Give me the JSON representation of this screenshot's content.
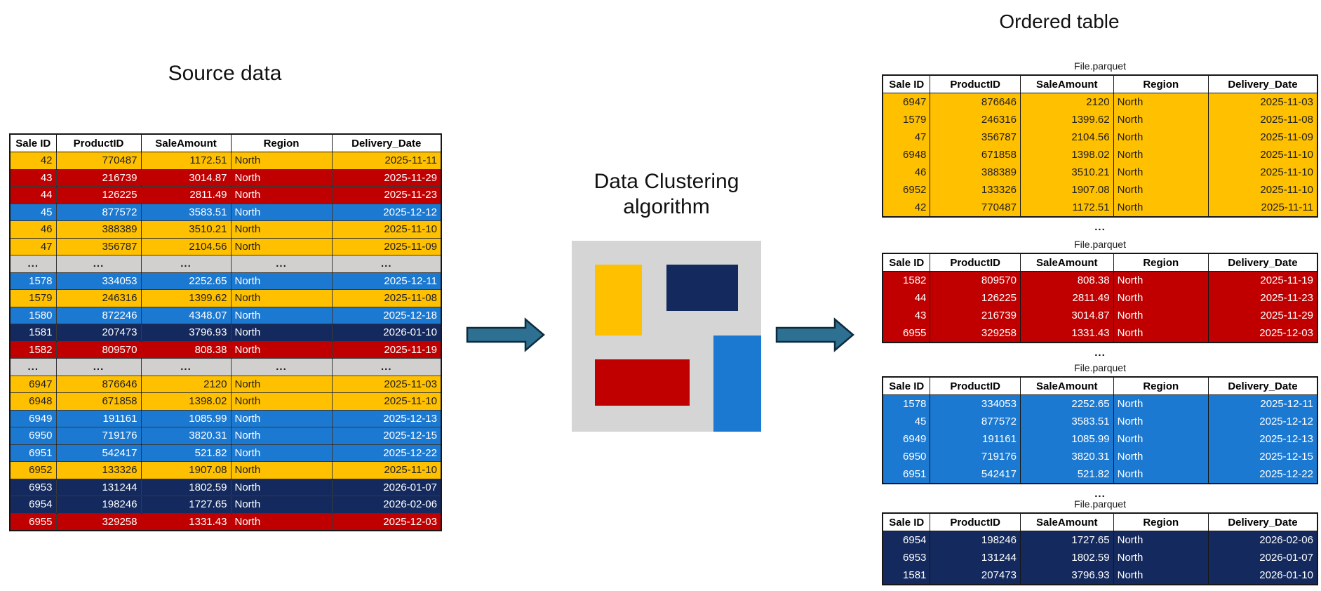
{
  "titles": {
    "source": "Source data",
    "algorithm": "Data Clustering algorithm",
    "ordered": "Ordered table"
  },
  "columns": [
    "Sale ID",
    "ProductID",
    "SaleAmount",
    "Region",
    "Delivery_Date"
  ],
  "file_label": "File.parquet",
  "ellipsis": "...",
  "colors": {
    "yellow": {
      "bg": "#FFC000",
      "fg": "#1F1F1F"
    },
    "red": {
      "bg": "#C00000",
      "fg": "#FFFFFF"
    },
    "blue": {
      "bg": "#1B79D2",
      "fg": "#FFFFFF"
    },
    "navy": {
      "bg": "#142A5E",
      "fg": "#FFFFFF"
    },
    "gray": {
      "bg": "#D2CFCF",
      "fg": "#1F1F1F"
    },
    "algo_box_bg": "#D5D5D5",
    "arrow_fill": "#2E7091",
    "arrow_stroke": "#0E2B3B"
  },
  "source_table": {
    "rows": [
      {
        "color": "yellow",
        "cells": [
          "42",
          "770487",
          "1172.51",
          "North",
          "2025-11-11"
        ]
      },
      {
        "color": "red",
        "cells": [
          "43",
          "216739",
          "3014.87",
          "North",
          "2025-11-29"
        ]
      },
      {
        "color": "red",
        "cells": [
          "44",
          "126225",
          "2811.49",
          "North",
          "2025-11-23"
        ]
      },
      {
        "color": "blue",
        "cells": [
          "45",
          "877572",
          "3583.51",
          "North",
          "2025-12-12"
        ]
      },
      {
        "color": "yellow",
        "cells": [
          "46",
          "388389",
          "3510.21",
          "North",
          "2025-11-10"
        ]
      },
      {
        "color": "yellow",
        "cells": [
          "47",
          "356787",
          "2104.56",
          "North",
          "2025-11-09"
        ]
      },
      {
        "color": "gray",
        "cells": [
          "...",
          "...",
          "...",
          "...",
          "..."
        ]
      },
      {
        "color": "blue",
        "cells": [
          "1578",
          "334053",
          "2252.65",
          "North",
          "2025-12-11"
        ]
      },
      {
        "color": "yellow",
        "cells": [
          "1579",
          "246316",
          "1399.62",
          "North",
          "2025-11-08"
        ]
      },
      {
        "color": "blue",
        "cells": [
          "1580",
          "872246",
          "4348.07",
          "North",
          "2025-12-18"
        ]
      },
      {
        "color": "navy",
        "cells": [
          "1581",
          "207473",
          "3796.93",
          "North",
          "2026-01-10"
        ]
      },
      {
        "color": "red",
        "cells": [
          "1582",
          "809570",
          "808.38",
          "North",
          "2025-11-19"
        ]
      },
      {
        "color": "gray",
        "cells": [
          "...",
          "...",
          "...",
          "...",
          "..."
        ]
      },
      {
        "color": "yellow",
        "cells": [
          "6947",
          "876646",
          "2120",
          "North",
          "2025-11-03"
        ]
      },
      {
        "color": "yellow",
        "cells": [
          "6948",
          "671858",
          "1398.02",
          "North",
          "2025-11-10"
        ]
      },
      {
        "color": "blue",
        "cells": [
          "6949",
          "191161",
          "1085.99",
          "North",
          "2025-12-13"
        ]
      },
      {
        "color": "blue",
        "cells": [
          "6950",
          "719176",
          "3820.31",
          "North",
          "2025-12-15"
        ]
      },
      {
        "color": "blue",
        "cells": [
          "6951",
          "542417",
          "521.82",
          "North",
          "2025-12-22"
        ]
      },
      {
        "color": "yellow",
        "cells": [
          "6952",
          "133326",
          "1907.08",
          "North",
          "2025-11-10"
        ]
      },
      {
        "color": "navy",
        "cells": [
          "6953",
          "131244",
          "1802.59",
          "North",
          "2026-01-07"
        ]
      },
      {
        "color": "navy",
        "cells": [
          "6954",
          "198246",
          "1727.65",
          "North",
          "2026-02-06"
        ]
      },
      {
        "color": "red",
        "cells": [
          "6955",
          "329258",
          "1331.43",
          "North",
          "2025-12-03"
        ]
      }
    ]
  },
  "ordered_tables": [
    {
      "label": "File.parquet",
      "color": "yellow",
      "rows": [
        [
          "6947",
          "876646",
          "2120",
          "North",
          "2025-11-03"
        ],
        [
          "1579",
          "246316",
          "1399.62",
          "North",
          "2025-11-08"
        ],
        [
          "47",
          "356787",
          "2104.56",
          "North",
          "2025-11-09"
        ],
        [
          "6948",
          "671858",
          "1398.02",
          "North",
          "2025-11-10"
        ],
        [
          "46",
          "388389",
          "3510.21",
          "North",
          "2025-11-10"
        ],
        [
          "6952",
          "133326",
          "1907.08",
          "North",
          "2025-11-10"
        ],
        [
          "42",
          "770487",
          "1172.51",
          "North",
          "2025-11-11"
        ]
      ]
    },
    {
      "label": "File.parquet",
      "color": "red",
      "rows": [
        [
          "1582",
          "809570",
          "808.38",
          "North",
          "2025-11-19"
        ],
        [
          "44",
          "126225",
          "2811.49",
          "North",
          "2025-11-23"
        ],
        [
          "43",
          "216739",
          "3014.87",
          "North",
          "2025-11-29"
        ],
        [
          "6955",
          "329258",
          "1331.43",
          "North",
          "2025-12-03"
        ]
      ]
    },
    {
      "label": "File.parquet",
      "color": "blue",
      "rows": [
        [
          "1578",
          "334053",
          "2252.65",
          "North",
          "2025-12-11"
        ],
        [
          "45",
          "877572",
          "3583.51",
          "North",
          "2025-12-12"
        ],
        [
          "6949",
          "191161",
          "1085.99",
          "North",
          "2025-12-13"
        ],
        [
          "6950",
          "719176",
          "3820.31",
          "North",
          "2025-12-15"
        ],
        [
          "6951",
          "542417",
          "521.82",
          "North",
          "2025-12-22"
        ]
      ]
    },
    {
      "label": "File.parquet",
      "color": "navy",
      "rows": [
        [
          "6954",
          "198246",
          "1727.65",
          "North",
          "2026-02-06"
        ],
        [
          "6953",
          "131244",
          "1802.59",
          "North",
          "2026-01-07"
        ],
        [
          "1581",
          "207473",
          "3796.93",
          "North",
          "2026-01-10"
        ]
      ]
    }
  ]
}
